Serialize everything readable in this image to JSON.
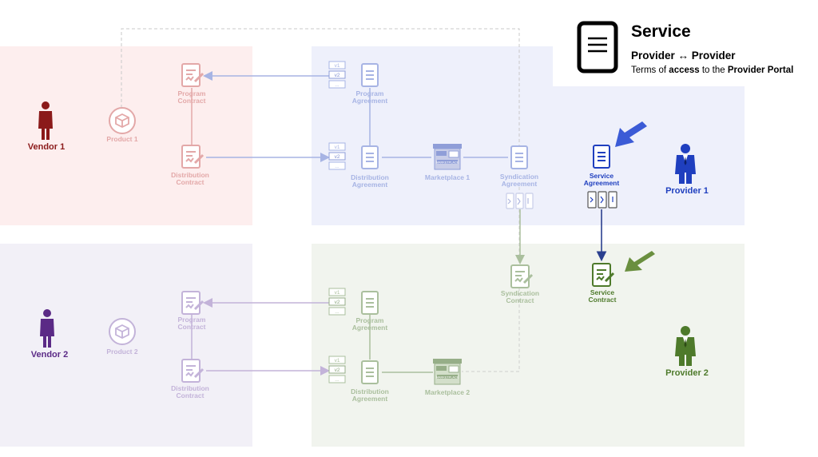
{
  "legend": {
    "title": "Service",
    "subtitle": "Provider ↔ Provider",
    "desc_prefix": "Terms of ",
    "desc_access": "access",
    "desc_middle": " to the ",
    "desc_portal": "Provider Portal",
    "icon": "document-icon"
  },
  "vendors": [
    {
      "label": "Vendor 1",
      "color": "#8b1a1a"
    },
    {
      "label": "Vendor 2",
      "color": "#5b2a86"
    }
  ],
  "providers": [
    {
      "label": "Provider 1",
      "color": "#1f3fbf"
    },
    {
      "label": "Provider 2",
      "color": "#4e7a2b"
    }
  ],
  "products": [
    "Product 1",
    "Product 2"
  ],
  "contracts": {
    "program": "Program Contract",
    "distribution": "Distribution Contract",
    "syndication": "Syndication Contract",
    "service": "Service Contract"
  },
  "agreements": {
    "program": "Program Agreement",
    "distribution": "Distribution Agreement",
    "syndication": "Syndication Agreement",
    "service": "Service Agreement"
  },
  "marketplaces": [
    "Marketplace 1",
    "Marketplace 2"
  ],
  "marketplace_sign": "MARKETPLACE",
  "versions": [
    "v1",
    "v2",
    "..."
  ],
  "colors": {
    "highlight_blue": "#1f3fbf",
    "highlight_green": "#4e7a2b",
    "arrow_blue": "#3b5bd6",
    "arrow_green": "#6a8f3f"
  }
}
